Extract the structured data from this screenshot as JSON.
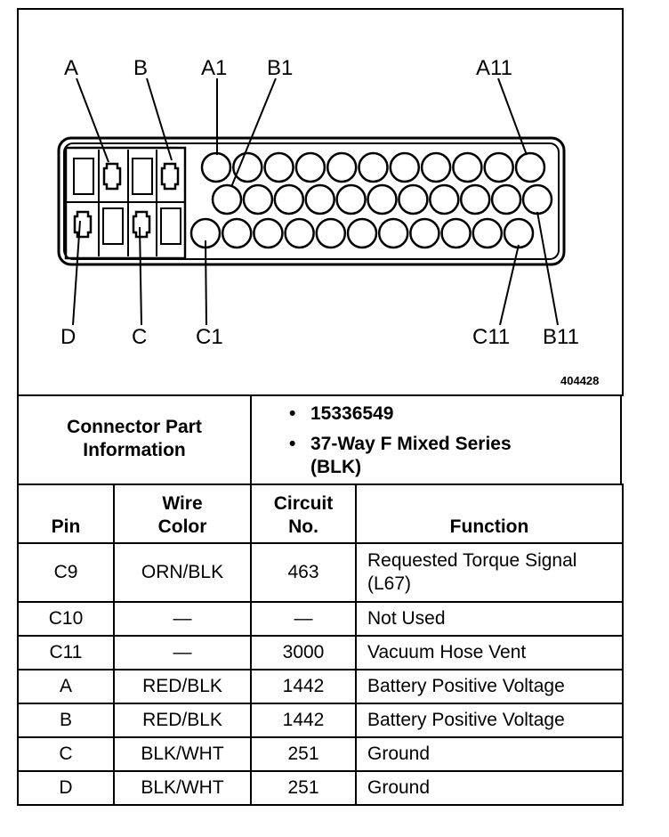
{
  "diagram": {
    "figure_number": "404428",
    "callouts": {
      "A": "A",
      "B": "B",
      "A1": "A1",
      "B1": "B1",
      "A11": "A11",
      "D": "D",
      "C": "C",
      "C1": "C1",
      "C11": "C11",
      "B11": "B11"
    }
  },
  "connector_info": {
    "label": "Connector Part Information",
    "bullet": "•",
    "items": [
      "15336549",
      "37-Way F Mixed Series (BLK)"
    ]
  },
  "table": {
    "headers": {
      "pin": "Pin",
      "wire_color": "Wire Color",
      "circuit_no": "Circuit No.",
      "function": "Function"
    },
    "rows": [
      {
        "pin": "C9",
        "wire": "ORN/BLK",
        "circuit": "463",
        "function": "Requested Torque Signal (L67)"
      },
      {
        "pin": "C10",
        "wire": "—",
        "circuit": "—",
        "function": "Not Used"
      },
      {
        "pin": "C11",
        "wire": "—",
        "circuit": "3000",
        "function": "Vacuum Hose Vent"
      },
      {
        "pin": "A",
        "wire": "RED/BLK",
        "circuit": "1442",
        "function": "Battery Positive Voltage"
      },
      {
        "pin": "B",
        "wire": "RED/BLK",
        "circuit": "1442",
        "function": "Battery Positive Voltage"
      },
      {
        "pin": "C",
        "wire": "BLK/WHT",
        "circuit": "251",
        "function": "Ground"
      },
      {
        "pin": "D",
        "wire": "BLK/WHT",
        "circuit": "251",
        "function": "Ground"
      }
    ]
  }
}
